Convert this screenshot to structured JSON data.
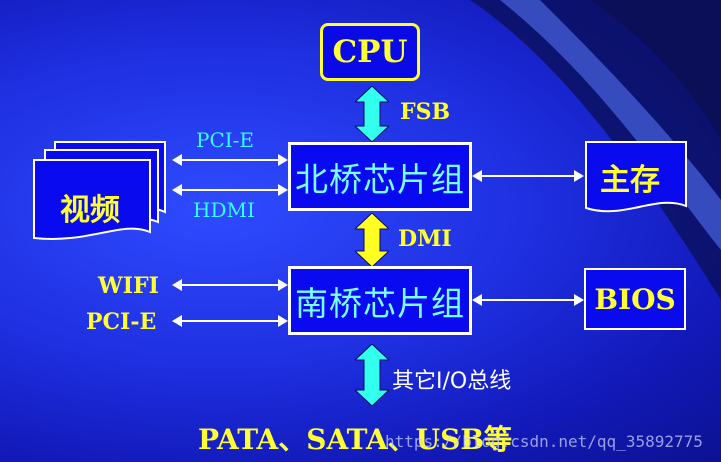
{
  "nodes": {
    "cpu": "CPU",
    "northbridge": "北桥芯片组",
    "southbridge": "南桥芯片组",
    "video": "视频",
    "memory": "主存",
    "bios": "BIOS"
  },
  "links": {
    "fsb": "FSB",
    "dmi": "DMI",
    "pcie_video": "PCI-E",
    "hdmi": "HDMI",
    "wifi": "WIFI",
    "pcie_south": "PCI-E",
    "other_io": "其它I/O总线"
  },
  "bottom_text": "PATA、SATA、USB等",
  "watermark": "https://blog.csdn.net/qq_35892775",
  "colors": {
    "background": "#1e2fe0",
    "chip_fill": "#0a0af0",
    "chip_text": "#7affff",
    "bold_label": "#ffff33",
    "cyan_label": "#33ffff",
    "arrow_cyan": "#33ffee",
    "arrow_yellow": "#ffff22"
  }
}
